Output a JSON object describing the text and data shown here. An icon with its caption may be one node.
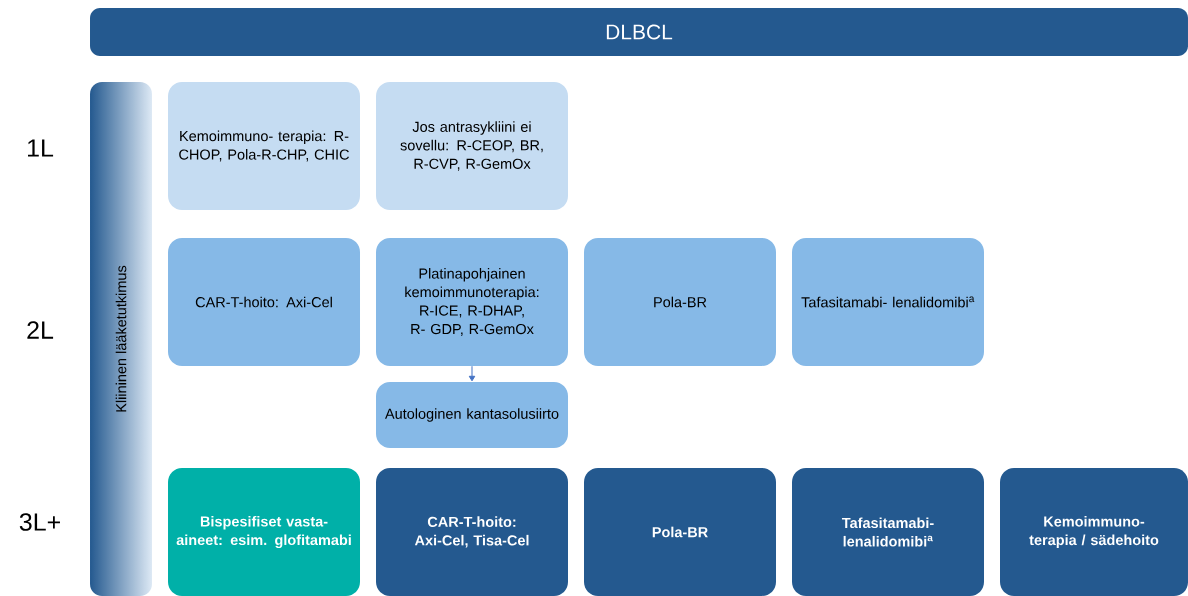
{
  "diagram": {
    "nodes": [
      {
        "text": [
          "DLBCL"
        ]
      },
      {
        "text": [
          "Kliininen lääketutkimus"
        ]
      },
      {
        "text": [
          "Kemoimmuno- terapia: R-CHOP, Pola-R-CHP, CHIC"
        ]
      },
      {
        "text": [
          "Jos antrasykliini ei sovellu: R-CEOP, BR, R-CVP, R-GemOx"
        ]
      },
      {
        "text": [
          "CAR-T-hoito: Axi-Cel"
        ]
      },
      {
        "text": [
          "Platinapohjainen kemoimmunoterapia: R-ICE, R-DHAP, R- GDP, R-GemOx"
        ]
      },
      {
        "text": [
          "Pola-BR"
        ]
      },
      {
        "text": [
          "Tafasitamabi- lenalidomibi$^{a}$"
        ]
      },
      {
        "text": [
          "Autologinen kantasolusiirto"
        ]
      },
      {
        "text": [
          "Bispesifiset vasta- aineet: esim. glofitamabi"
        ]
      },
      {
        "text": [
          "CAR-T-hoito: Axi-Cel, Tisa-Cel"
        ]
      },
      {
        "text": [
          "Pola-BR"
        ]
      },
      {
        "text": [
          "Tafasitamabi- lenalidomibi$^{a}$"
        ]
      },
      {
        "text": [
          "Kemoimmuno- terapia / sädehoito"
        ]
      }
    ],
    "edges": [
      {
        "from": 5,
        "to": 8,
        "arrow": "to"
      }
    ],
    "labels": [
      "1L",
      "2L",
      "3L+"
    ]
  }
}
